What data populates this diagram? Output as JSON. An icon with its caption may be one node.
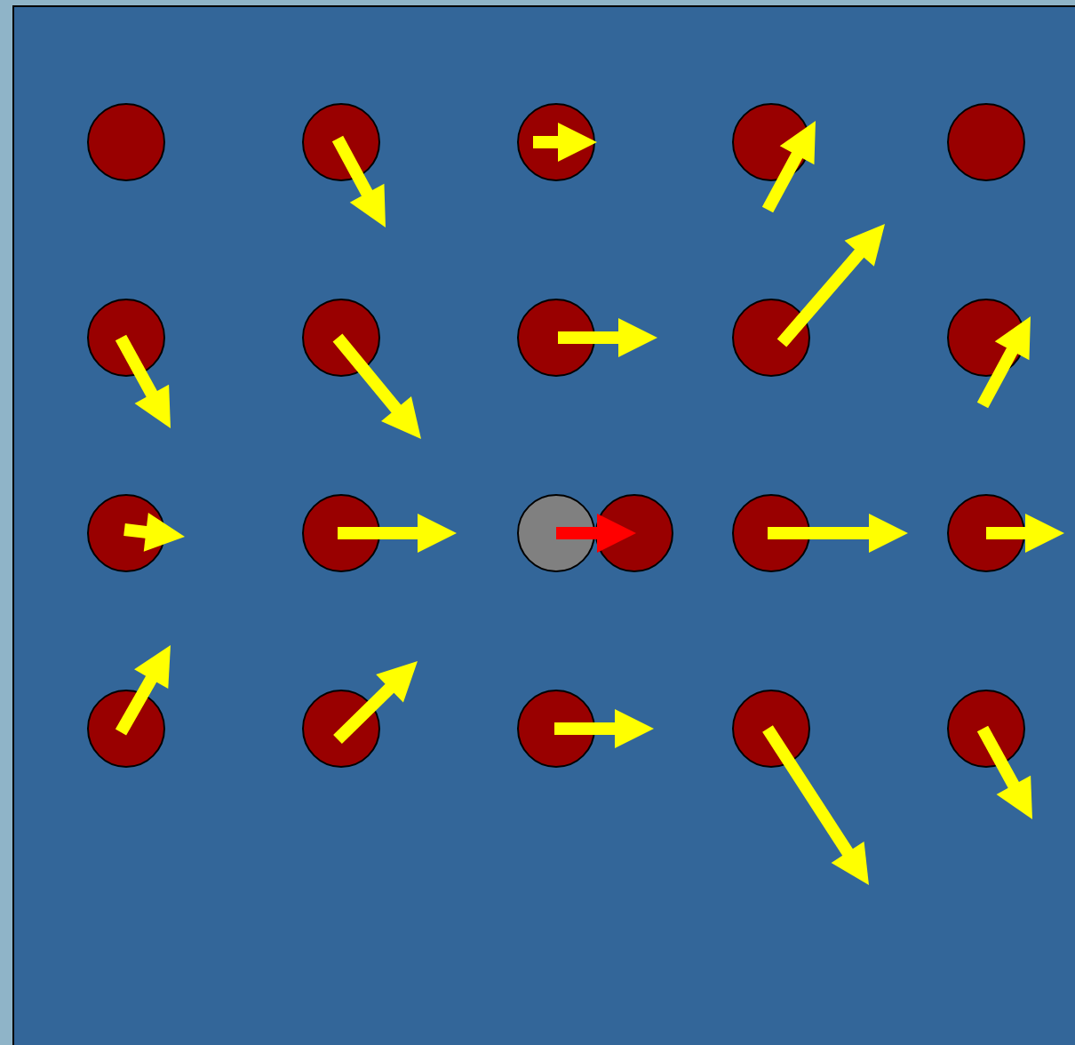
{
  "diagram": {
    "nodes": [
      {
        "text": [],
        "shape": "circle"
      },
      {
        "text": [],
        "shape": "circle"
      },
      {
        "text": [],
        "shape": "circle"
      },
      {
        "text": [],
        "shape": "circle"
      },
      {
        "text": [],
        "shape": "circle"
      },
      {
        "text": [],
        "shape": "circle"
      },
      {
        "text": [],
        "shape": "circle"
      },
      {
        "text": [],
        "shape": "circle"
      },
      {
        "text": [],
        "shape": "circle"
      },
      {
        "text": [],
        "shape": "circle"
      },
      {
        "text": [],
        "shape": "circle"
      },
      {
        "text": [],
        "shape": "circle"
      },
      {
        "text": [],
        "shape": "circle"
      },
      {
        "text": [],
        "shape": "circle"
      },
      {
        "text": [],
        "shape": "circle"
      },
      {
        "text": [],
        "shape": "circle"
      },
      {
        "text": [],
        "shape": "circle"
      },
      {
        "text": [],
        "shape": "circle"
      },
      {
        "text": [],
        "shape": "circle"
      },
      {
        "text": [],
        "shape": "circle"
      },
      {
        "text": [],
        "shape": "circle"
      }
    ]
  }
}
